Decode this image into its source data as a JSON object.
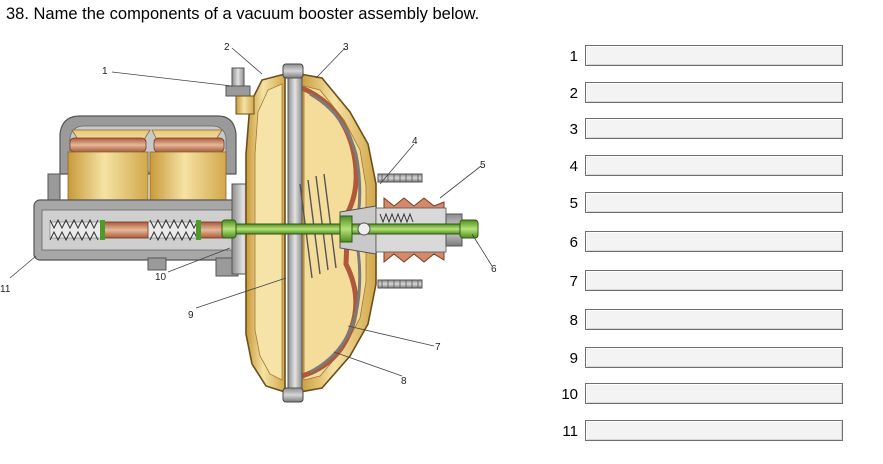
{
  "question": "38. Name the components of a vacuum booster assembly below.",
  "callouts": [
    "1",
    "2",
    "3",
    "4",
    "5",
    "6",
    "7",
    "8",
    "9",
    "10",
    "11"
  ],
  "answers": [
    {
      "number": "1",
      "value": ""
    },
    {
      "number": "2",
      "value": ""
    },
    {
      "number": "3",
      "value": ""
    },
    {
      "number": "4",
      "value": ""
    },
    {
      "number": "5",
      "value": ""
    },
    {
      "number": "6",
      "value": ""
    },
    {
      "number": "7",
      "value": ""
    },
    {
      "number": "8",
      "value": ""
    },
    {
      "number": "9",
      "value": ""
    },
    {
      "number": "10",
      "value": ""
    },
    {
      "number": "11",
      "value": ""
    }
  ]
}
